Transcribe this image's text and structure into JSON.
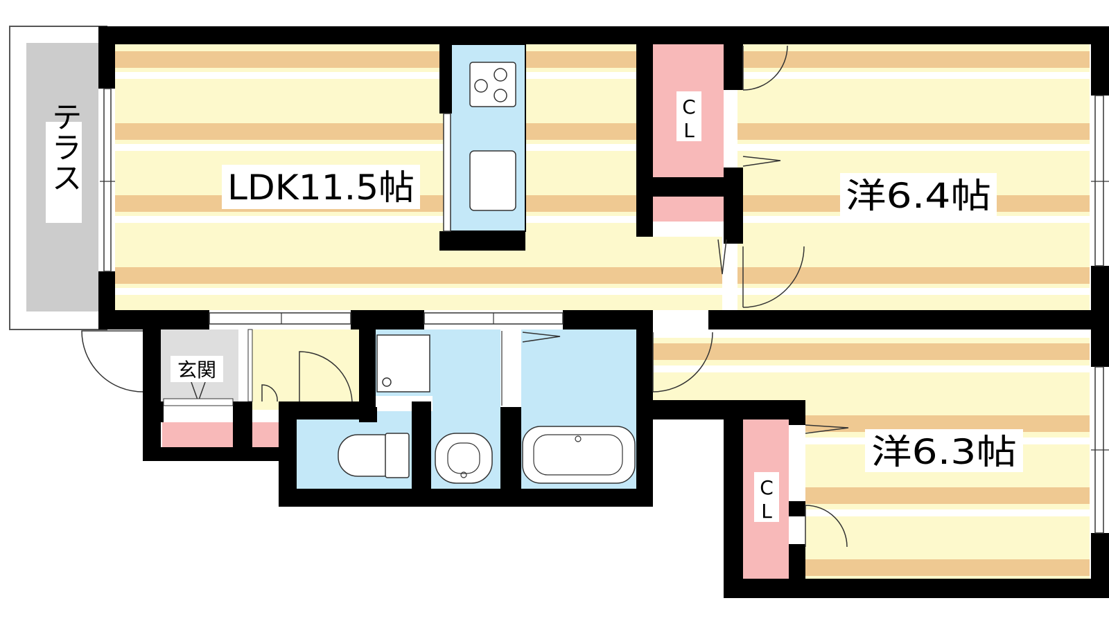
{
  "rooms": {
    "terrace": {
      "label": "テラス"
    },
    "ldk": {
      "label": "LDK11.5帖"
    },
    "western1": {
      "label": "洋6.4帖"
    },
    "western2": {
      "label": "洋6.3帖"
    },
    "entrance": {
      "label": "玄関"
    },
    "closet1": {
      "label_c": "C",
      "label_l": "L"
    },
    "closet2": {
      "label_c": "C",
      "label_l": "L"
    }
  },
  "colors": {
    "wall": "#000000",
    "floor_stripe": "#efc992",
    "floor_base": "#fdf9cc",
    "wet_area": "#c4e8f8",
    "closet": "#f8b9b9",
    "terrace": "#cccccc",
    "entrance_floor": "#dedede"
  }
}
